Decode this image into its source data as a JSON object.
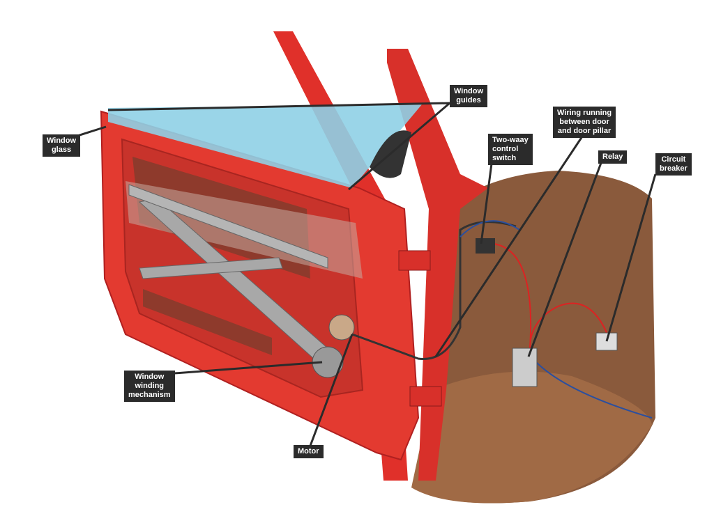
{
  "labels": {
    "window_guides": [
      "Window",
      "guides"
    ],
    "window_glass": [
      "Window",
      "glass"
    ],
    "wiring": [
      "Wiring running",
      "between door",
      "and door pillar"
    ],
    "switch": [
      "Two-waay",
      "control",
      "switch"
    ],
    "relay": [
      "Relay"
    ],
    "circuit_breaker": [
      "Circuit",
      "breaker"
    ],
    "winding_mechanism": [
      "Window",
      "winding",
      "mechanism"
    ],
    "motor": [
      "Motor"
    ]
  },
  "colors": {
    "door_red": "#e0302a",
    "glass_blue": "#8fd0e6",
    "interior_brown": "#8a5a3c",
    "label_bg": "#2b2b2b"
  }
}
